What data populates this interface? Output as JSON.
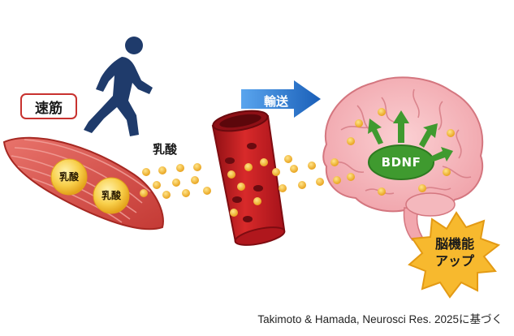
{
  "labels": {
    "muscle": "速筋",
    "lactate_flow": "乳酸",
    "lactate_ball_1": "乳酸",
    "lactate_ball_2": "乳酸",
    "transport": "輸送",
    "bdnf": "BDNF",
    "brain_boost_line1": "脳機能",
    "brain_boost_line2": "アップ"
  },
  "citation": "Takimoto & Hamada, Neurosci Res. 2025に基づく",
  "colors": {
    "muscle": "#d9534f",
    "muscle_border": "#c8322f",
    "runner": "#1f3b6b",
    "lactate": "#f2b431",
    "vessel": "#b5171d",
    "vessel_inner": "#e23a3a",
    "arrow_blue": "#1f6fc9",
    "brain": "#f6b3b8",
    "bdnf_green": "#3f9a2f",
    "burst": "#f7b92e"
  },
  "icons": [
    "runner-icon",
    "muscle-icon",
    "blood-vessel-icon",
    "brain-icon",
    "transport-arrow-icon",
    "upward-arrow-icon",
    "burst-icon"
  ]
}
